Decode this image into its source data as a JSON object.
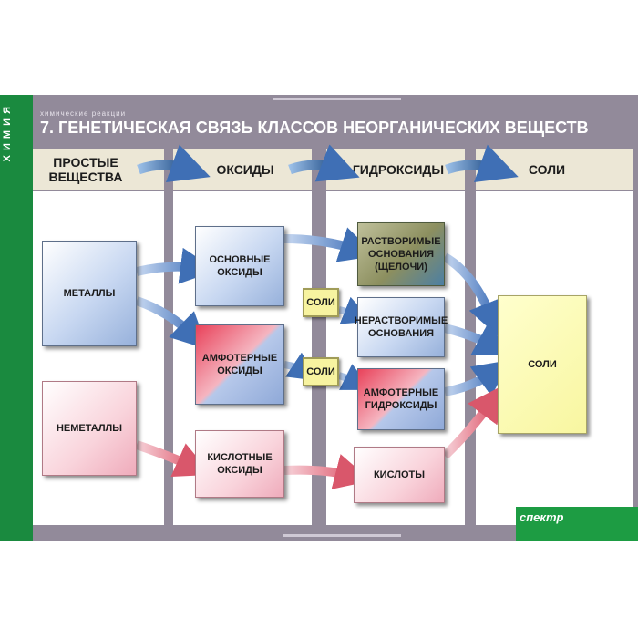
{
  "sidebar": {
    "label": "Х И М И Я"
  },
  "subtitle": "химические реакции",
  "title": "7. ГЕНЕТИЧЕСКАЯ СВЯЗЬ КЛАССОВ НЕОРГАНИЧЕСКИХ ВЕЩЕСТВ",
  "columns": [
    {
      "label": "ПРОСТЫЕ ВЕЩЕСТВА"
    },
    {
      "label": "ОКСИДЫ"
    },
    {
      "label": "ГИДРОКСИДЫ"
    },
    {
      "label": "СОЛИ"
    }
  ],
  "nodes": {
    "metals": "МЕТАЛЛЫ",
    "nonmetals": "НЕМЕТАЛЛЫ",
    "basic_oxides": "ОСНОВНЫЕ ОКСИДЫ",
    "amphoteric_oxides": "АМФОТЕРНЫЕ ОКСИДЫ",
    "acidic_oxides": "КИСЛОТНЫЕ ОКСИДЫ",
    "soluble_bases": "РАСТВОРИМЫЕ ОСНОВАНИЯ (ЩЕЛОЧИ)",
    "insoluble_bases": "НЕРАСТВОРИМЫЕ ОСНОВАНИЯ",
    "amphoteric_hydroxides": "АМФОТЕРНЫЕ ГИДРОКСИДЫ",
    "acids": "КИСЛОТЫ",
    "salt_small_1": "СОЛИ",
    "salt_small_2": "СОЛИ",
    "salts": "СОЛИ"
  },
  "footer": {
    "logo": "спектр"
  },
  "colors": {
    "green": "#1a8a3f",
    "frame": "#928a9a",
    "blue_arrow": "#4f7fc0",
    "red_arrow": "#e07080",
    "header_arrow": "#1d4f8a"
  }
}
